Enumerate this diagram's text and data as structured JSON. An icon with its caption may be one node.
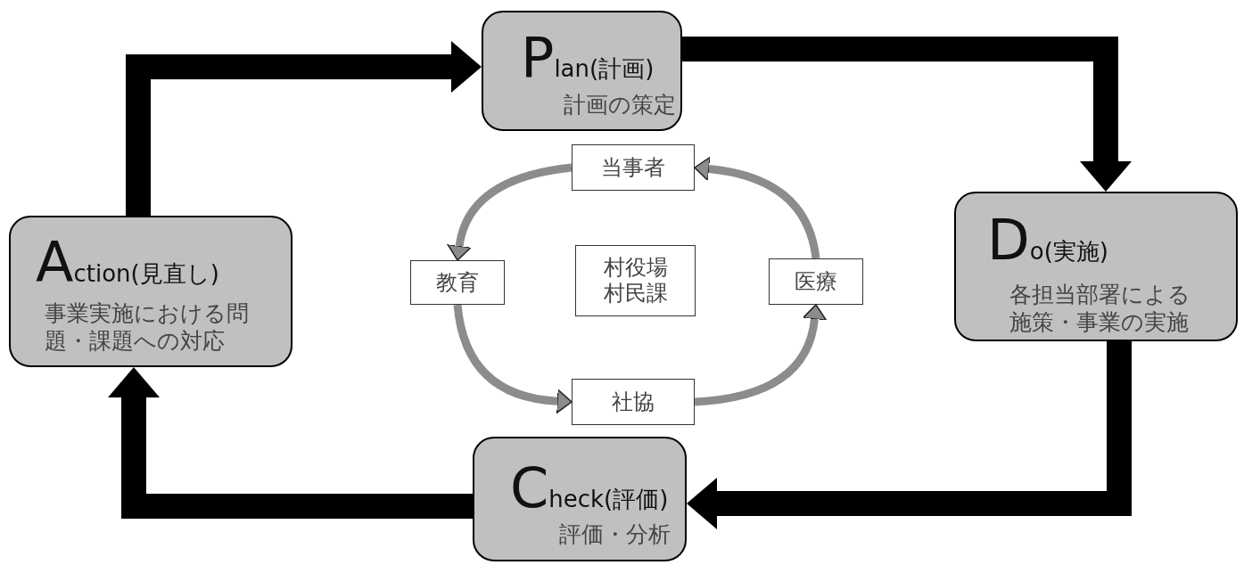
{
  "diagram": {
    "nodes": [
      {
        "text": [
          "Plan(計画)",
          "計画の策定"
        ]
      },
      {
        "text": [
          "Do(実施)",
          "各担当部署による施策・事業の実施"
        ]
      },
      {
        "text": [
          "Check(評価)",
          "評価・分析"
        ]
      },
      {
        "text": [
          "Action(見直し)",
          "事業実施における問題・課題への対応"
        ]
      },
      {
        "text": [
          "当事者"
        ]
      },
      {
        "text": [
          "医療"
        ]
      },
      {
        "text": [
          "社協"
        ]
      },
      {
        "text": [
          "教育"
        ]
      },
      {
        "text": [
          "村役場村民課"
        ]
      }
    ],
    "edges": [
      {
        "from": 3,
        "to": 0,
        "arrow": "to",
        "style": "thick",
        "color": "#000000"
      },
      {
        "from": 0,
        "to": 1,
        "arrow": "to",
        "style": "thick",
        "color": "#000000"
      },
      {
        "from": 1,
        "to": 2,
        "arrow": "to",
        "style": "thick",
        "color": "#000000"
      },
      {
        "from": 2,
        "to": 3,
        "arrow": "to",
        "style": "thick",
        "color": "#000000"
      },
      {
        "from": 4,
        "to": 7,
        "arrow": "to",
        "color": "#8c8c8c"
      },
      {
        "from": 7,
        "to": 6,
        "arrow": "to",
        "color": "#8c8c8c"
      },
      {
        "from": 6,
        "to": 5,
        "arrow": "to",
        "color": "#8c8c8c"
      },
      {
        "from": 5,
        "to": 4,
        "arrow": "to",
        "color": "#8c8c8c"
      }
    ]
  }
}
